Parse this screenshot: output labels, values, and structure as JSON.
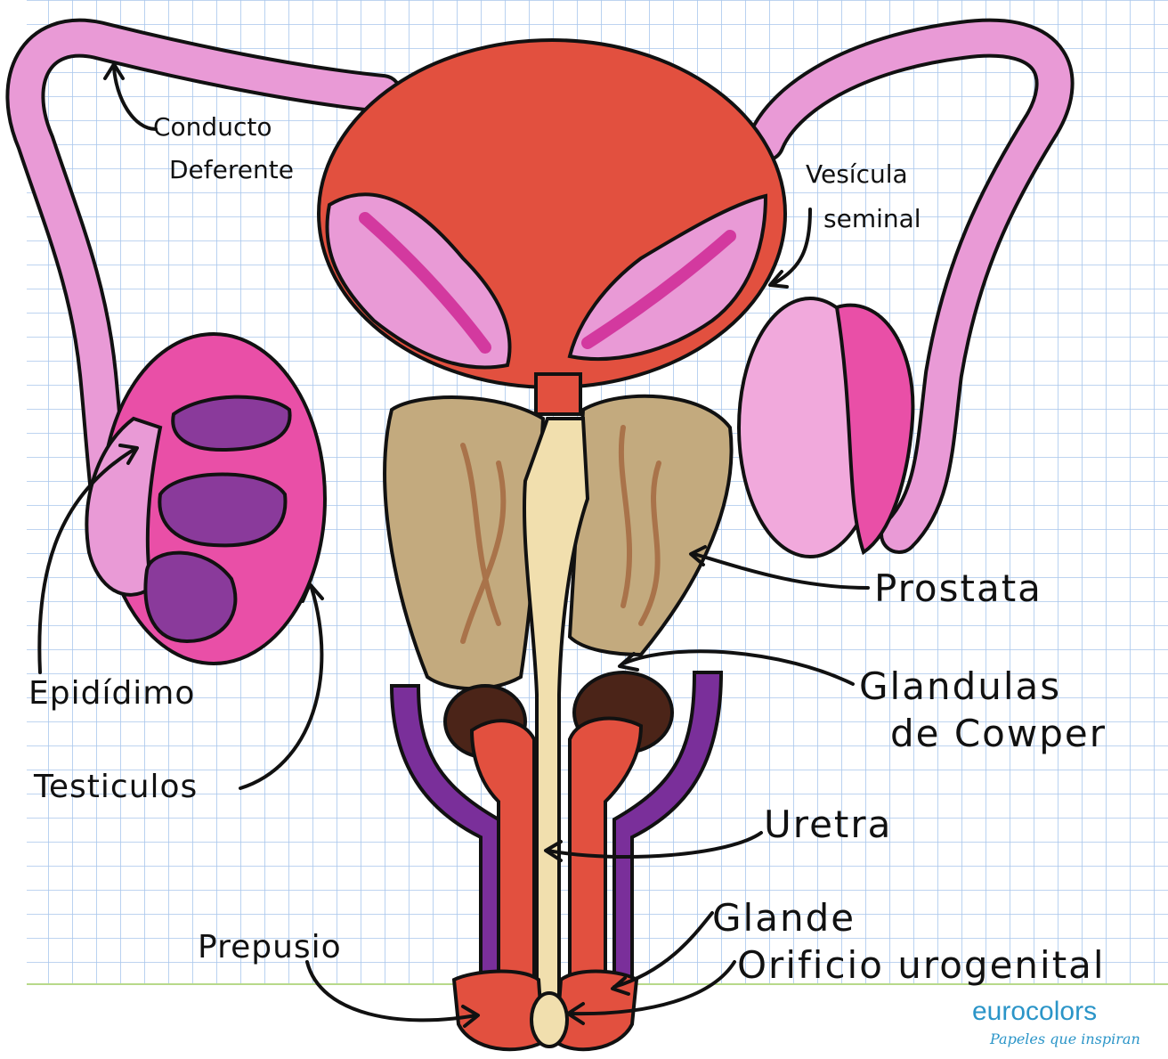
{
  "labels": {
    "conducto_deferente_1": "Conducto",
    "conducto_deferente_2": "Deferente",
    "vesicula_seminal_1": "Vesícula",
    "vesicula_seminal_2": "seminal",
    "prostata": "Prostata",
    "glandulas_1": "Glandulas",
    "glandulas_2": "de Cowper",
    "epididimo": "Epidídimo",
    "testiculos": "Testiculos",
    "uretra": "Uretra",
    "glande": "Glande",
    "orificio": "Orificio urogenital",
    "prepucio": "Prepusio"
  },
  "brand": {
    "name": "eurocolors",
    "tagline": "Papeles que inspiran"
  },
  "colors": {
    "bladder": "#e2503f",
    "vas_deferens": "#e99ad6",
    "testis": "#e94fa7",
    "lobule": "#8a3a9b",
    "prostate": "#c3aa7e",
    "urethra": "#f1dfae",
    "cowper": "#4b2418",
    "corpus": "#7a2f9a",
    "grid": "#a9c6ec",
    "brand": "#2b95c8"
  }
}
